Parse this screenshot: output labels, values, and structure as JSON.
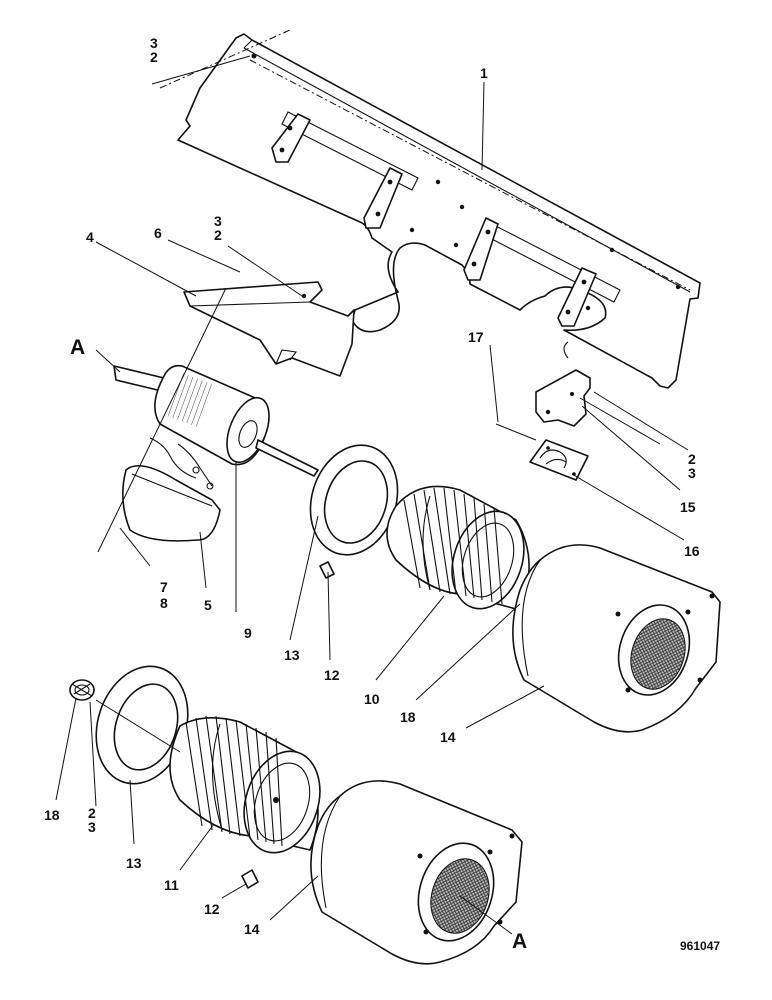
{
  "diagram": {
    "reference_number": "961047",
    "view_marker": "A",
    "callouts": [
      {
        "id": "c-1",
        "text": "1"
      },
      {
        "id": "c-3-top",
        "text": "3"
      },
      {
        "id": "c-2-top",
        "text": "2"
      },
      {
        "id": "c-3-bracket",
        "text": "3"
      },
      {
        "id": "c-2-bracket",
        "text": "2"
      },
      {
        "id": "c-4",
        "text": "4"
      },
      {
        "id": "c-6",
        "text": "6"
      },
      {
        "id": "c-17",
        "text": "17"
      },
      {
        "id": "c-2-right",
        "text": "2"
      },
      {
        "id": "c-3-right",
        "text": "3"
      },
      {
        "id": "c-15",
        "text": "15"
      },
      {
        "id": "c-16",
        "text": "16"
      },
      {
        "id": "c-7",
        "text": "7"
      },
      {
        "id": "c-8",
        "text": "8"
      },
      {
        "id": "c-5",
        "text": "5"
      },
      {
        "id": "c-9",
        "text": "9"
      },
      {
        "id": "c-13-upper",
        "text": "13"
      },
      {
        "id": "c-12-upper",
        "text": "12"
      },
      {
        "id": "c-10",
        "text": "10"
      },
      {
        "id": "c-18-upper",
        "text": "18"
      },
      {
        "id": "c-14-upper",
        "text": "14"
      },
      {
        "id": "c-18-lower",
        "text": "18"
      },
      {
        "id": "c-2-lower",
        "text": "2"
      },
      {
        "id": "c-3-lower",
        "text": "3"
      },
      {
        "id": "c-13-lower",
        "text": "13"
      },
      {
        "id": "c-11",
        "text": "11"
      },
      {
        "id": "c-12-lower",
        "text": "12"
      },
      {
        "id": "c-14-lower",
        "text": "14"
      }
    ]
  }
}
